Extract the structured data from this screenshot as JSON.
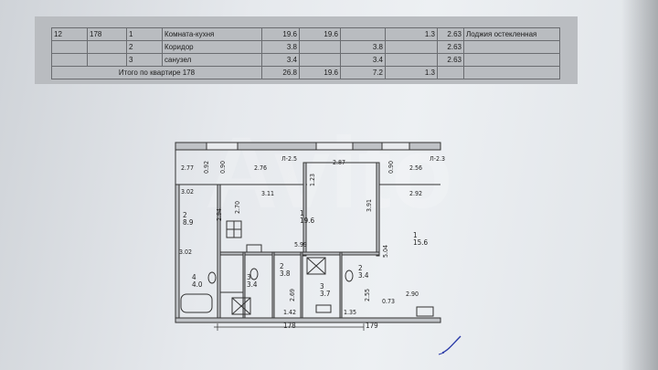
{
  "table": {
    "rows": [
      {
        "flat": "12",
        "number": "178",
        "room_no": "1",
        "room": "Комната-кухня",
        "area": "19.6",
        "living": "19.6",
        "aux": "",
        "loggia": "1.3",
        "height": "2.63",
        "note": "Лоджия остекленная"
      },
      {
        "flat": "",
        "number": "",
        "room_no": "2",
        "room": "Коридор",
        "area": "3.8",
        "living": "",
        "aux": "3.8",
        "loggia": "",
        "height": "2.63",
        "note": ""
      },
      {
        "flat": "",
        "number": "",
        "room_no": "3",
        "room": "санузел",
        "area": "3.4",
        "living": "",
        "aux": "3.4",
        "loggia": "",
        "height": "2.63",
        "note": ""
      }
    ],
    "total": {
      "label": "Итого по квартире 178",
      "area": "26.8",
      "living": "19.6",
      "aux": "7.2",
      "loggia": "1.3"
    }
  },
  "plan": {
    "dims": {
      "d277": "2.77",
      "d092a": "0.92",
      "d090a": "0.90",
      "d276": "2.76",
      "l25a": "Л-2.5",
      "d287": "2.87",
      "d090b": "0.90",
      "d256": "2.56",
      "l23": "Л-2.3",
      "d302a": "3.02",
      "d311": "3.11",
      "d123": "1.23",
      "d391": "3.91",
      "d292": "2.92",
      "d270": "2.70",
      "d294": "2.94",
      "d599": "5.99",
      "d504": "5.04",
      "d302b": "3.02",
      "d269": "2.69",
      "d255": "2.55",
      "d073": "0.73",
      "d290": "2.90",
      "d142": "1.42",
      "d135": "1.35"
    },
    "rooms": {
      "r2_89": "2\n8.9",
      "r1_196": "1\n19.6",
      "r1_156": "1\n15.6",
      "r2_38": "2\n3.8",
      "r3_34": "3\n3.4",
      "r3_37": "3\n3.7",
      "r2_34": "2\n3.4",
      "r4_40": "4\n4.0"
    },
    "flats": {
      "left": "178",
      "right": "179"
    }
  },
  "watermark": "Avito"
}
